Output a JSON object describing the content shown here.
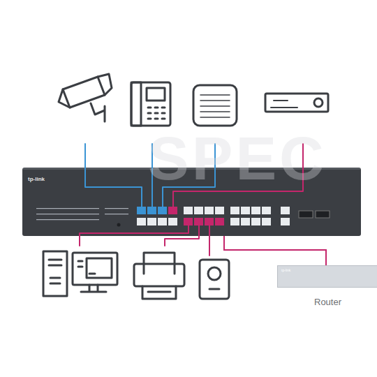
{
  "diagram": {
    "nodes": [
      {
        "text": [
          "tp-link"
        ]
      },
      {
        "text": [
          "tp-link",
          "Router"
        ]
      }
    ],
    "edges": [
      {
        "from": 0,
        "to": 1,
        "arrow": "none"
      }
    ],
    "labels": [
      "SPEC"
    ]
  }
}
